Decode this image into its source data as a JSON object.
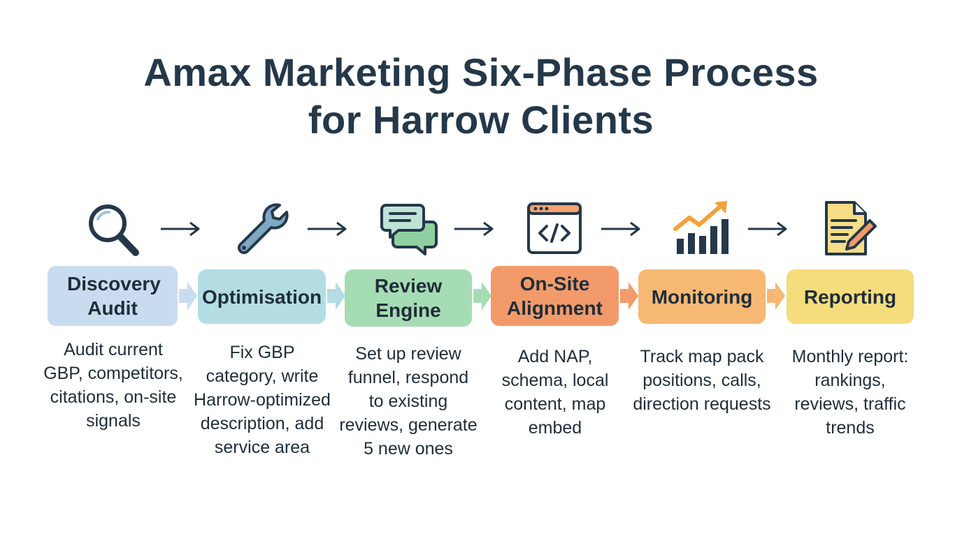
{
  "title": {
    "line1": "Amax Marketing Six-Phase Process",
    "line2": "for Harrow Clients"
  },
  "phases": [
    {
      "label": "Discovery Audit",
      "icon": "magnifier-icon",
      "color": "#c9dcef",
      "description": "Audit current GBP, competitors, citations, on-site signals"
    },
    {
      "label": "Optimisation",
      "icon": "wrench-icon",
      "color": "#b3dde3",
      "description": "Fix GBP category, write Harrow-optimized description, add service area"
    },
    {
      "label": "Review Engine",
      "icon": "chat-bubbles-icon",
      "color": "#a6dcb3",
      "description": "Set up review funnel, respond to existing reviews, generate 5 new ones"
    },
    {
      "label": "On-Site Alignment",
      "icon": "code-window-icon",
      "color": "#f29a6a",
      "description": "Add NAP, schema, local content, map embed"
    },
    {
      "label": "Monitoring",
      "icon": "growth-chart-icon",
      "color": "#f7b873",
      "description": "Track map pack positions, calls, direction requests"
    },
    {
      "label": "Reporting",
      "icon": "document-pen-icon",
      "color": "#f5dc7d",
      "description": "Monthly report: rankings, reviews, traffic trends"
    }
  ]
}
